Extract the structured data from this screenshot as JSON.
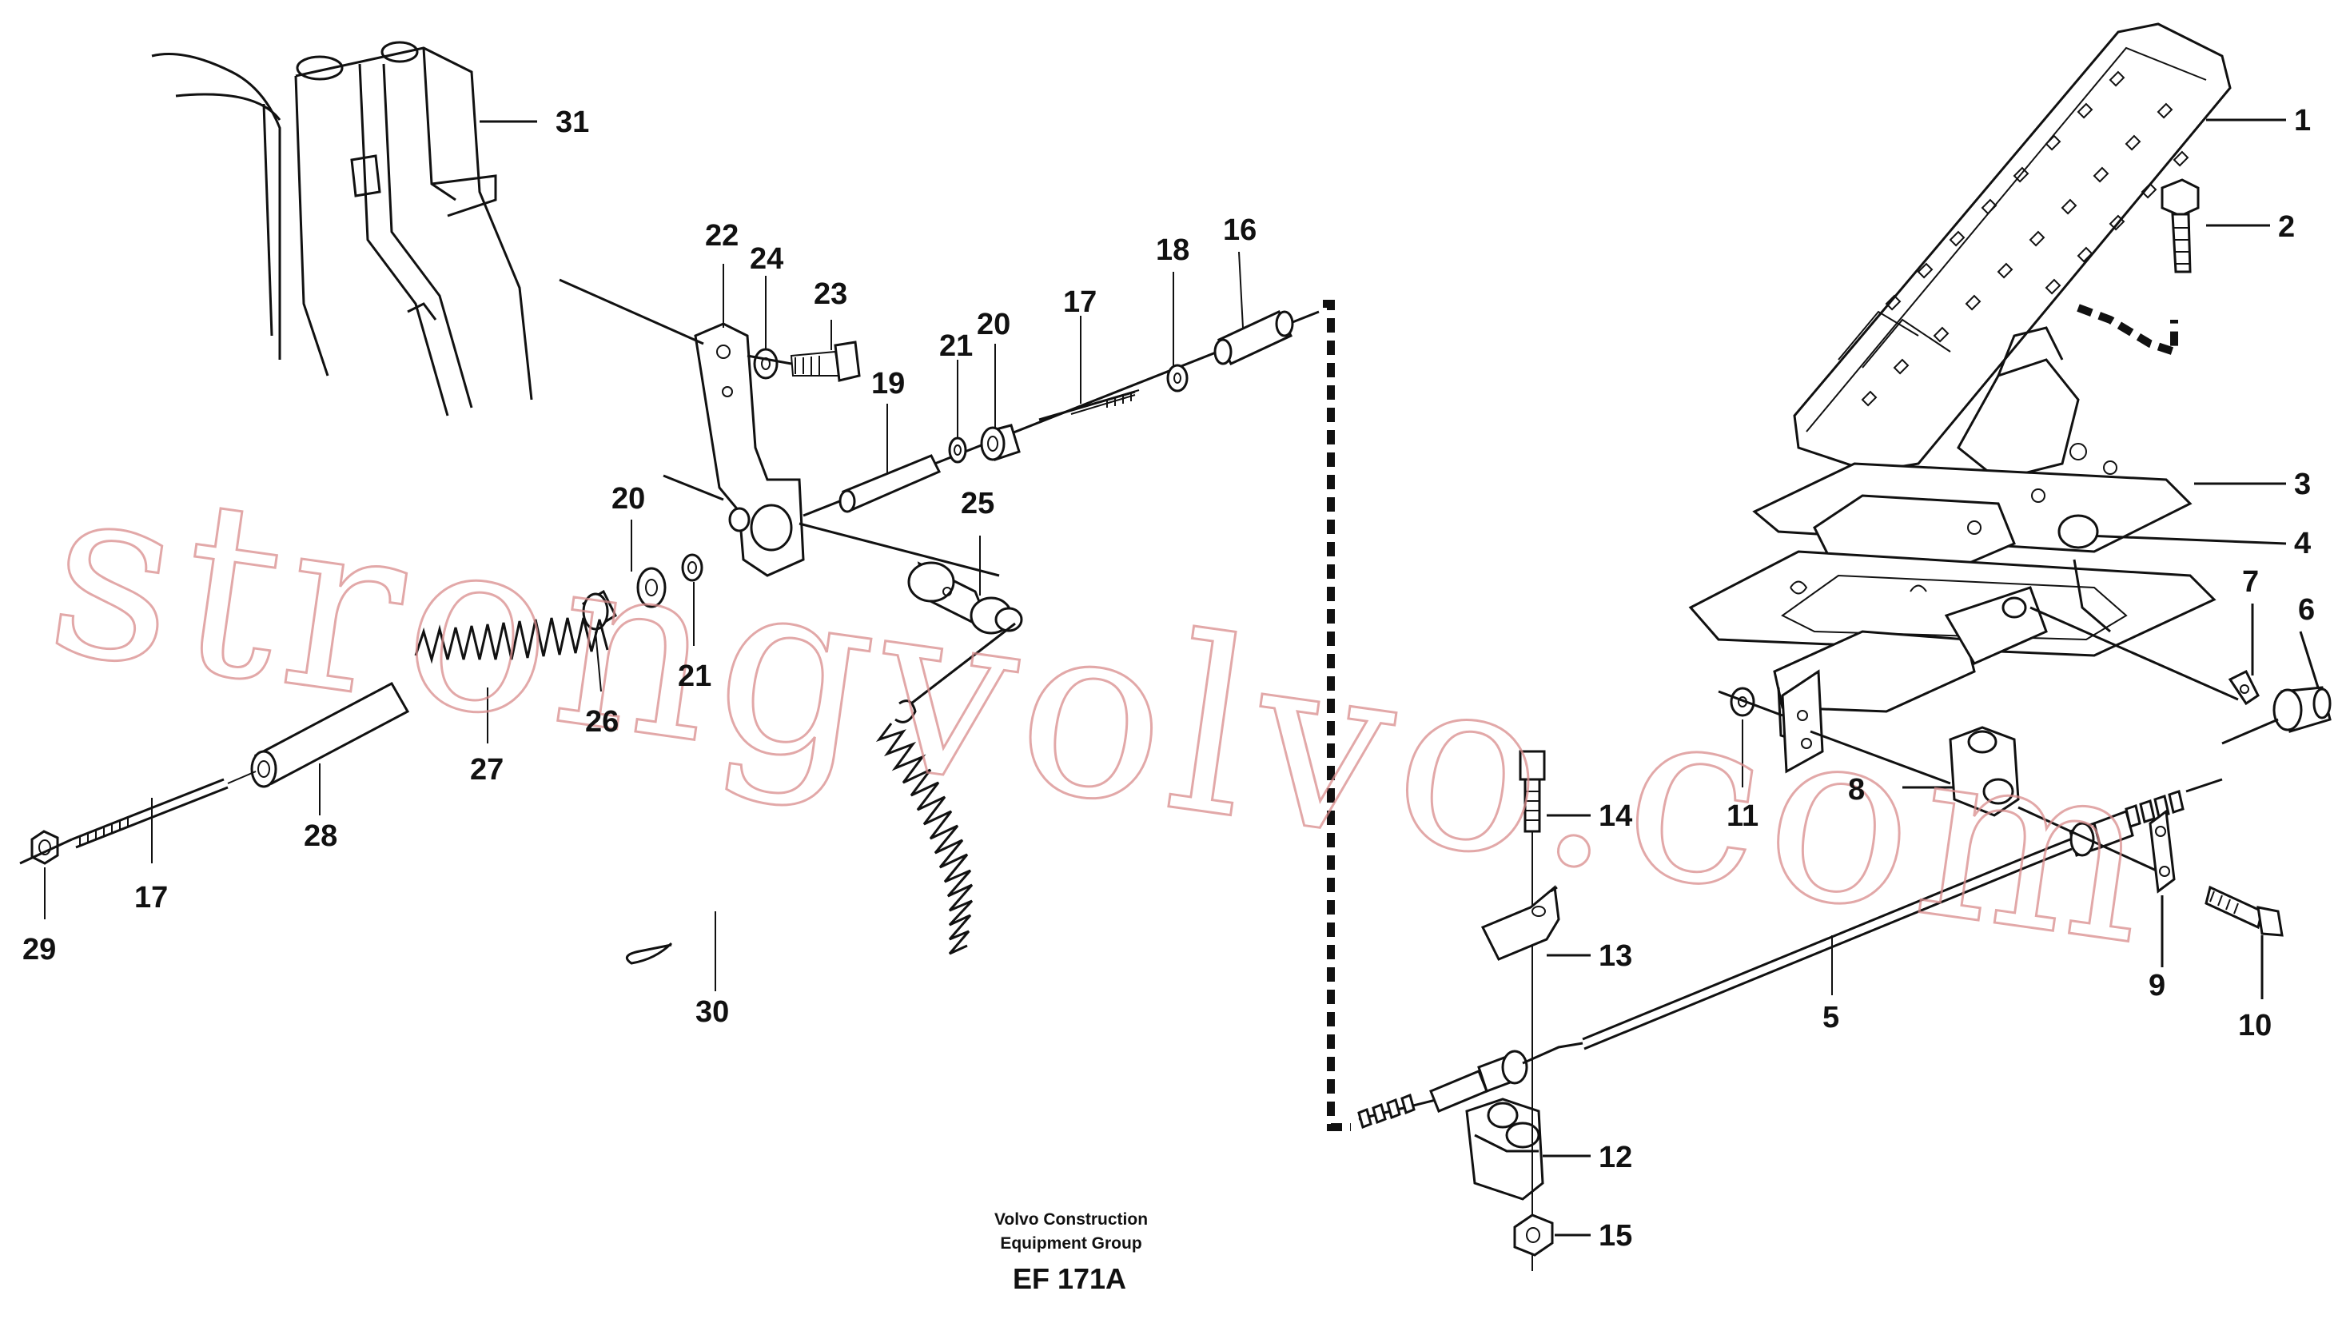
{
  "diagram": {
    "callouts": [
      {
        "id": "c1",
        "label": "1"
      },
      {
        "id": "c2",
        "label": "2"
      },
      {
        "id": "c3",
        "label": "3"
      },
      {
        "id": "c4",
        "label": "4"
      },
      {
        "id": "c5",
        "label": "5"
      },
      {
        "id": "c6",
        "label": "6"
      },
      {
        "id": "c7",
        "label": "7"
      },
      {
        "id": "c8",
        "label": "8"
      },
      {
        "id": "c9",
        "label": "9"
      },
      {
        "id": "c10",
        "label": "10"
      },
      {
        "id": "c11",
        "label": "11"
      },
      {
        "id": "c12",
        "label": "12"
      },
      {
        "id": "c13",
        "label": "13"
      },
      {
        "id": "c14",
        "label": "14"
      },
      {
        "id": "c15",
        "label": "15"
      },
      {
        "id": "c16",
        "label": "16"
      },
      {
        "id": "c17a",
        "label": "17"
      },
      {
        "id": "c17b",
        "label": "17"
      },
      {
        "id": "c18",
        "label": "18"
      },
      {
        "id": "c19",
        "label": "19"
      },
      {
        "id": "c20a",
        "label": "20"
      },
      {
        "id": "c20b",
        "label": "20"
      },
      {
        "id": "c21a",
        "label": "21"
      },
      {
        "id": "c21b",
        "label": "21"
      },
      {
        "id": "c22",
        "label": "22"
      },
      {
        "id": "c23",
        "label": "23"
      },
      {
        "id": "c24",
        "label": "24"
      },
      {
        "id": "c25",
        "label": "25"
      },
      {
        "id": "c26",
        "label": "26"
      },
      {
        "id": "c27",
        "label": "27"
      },
      {
        "id": "c28",
        "label": "28"
      },
      {
        "id": "c29",
        "label": "29"
      },
      {
        "id": "c30",
        "label": "30"
      },
      {
        "id": "c31",
        "label": "31"
      }
    ],
    "caption": {
      "line1": "Volvo Construction",
      "line2": "Equipment Group",
      "code": "EF 171A"
    },
    "watermark": "strongvolvo.com"
  }
}
